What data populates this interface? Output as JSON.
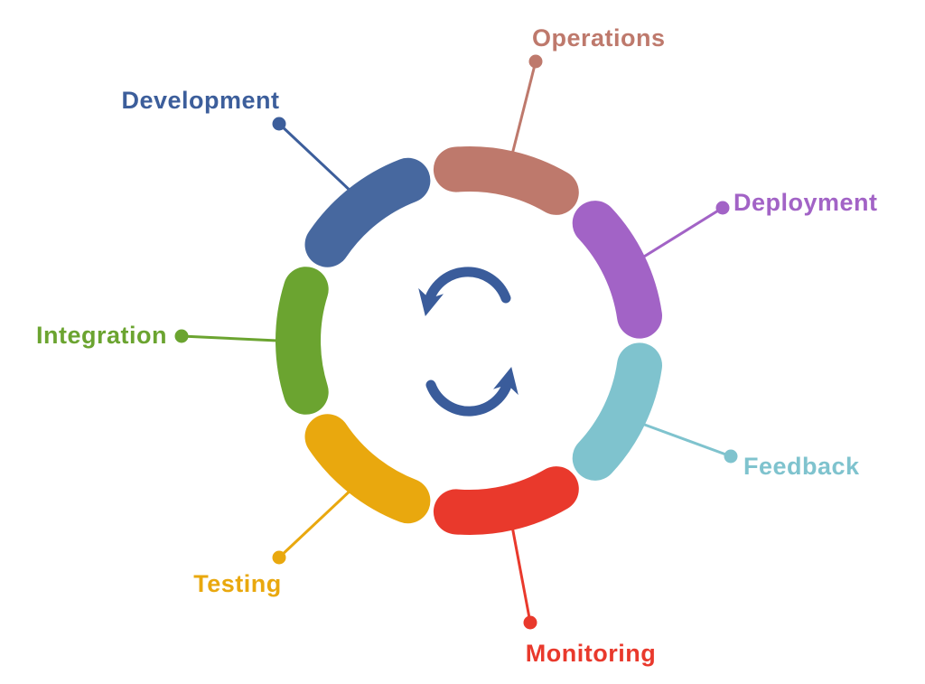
{
  "background_color": "#ffffff",
  "diagram": {
    "name": "devops-cycle-diagram",
    "center_icon": {
      "icon": "cycle-arrows-icon",
      "color": "#3a5c9b"
    },
    "segments": [
      {
        "id": "operations",
        "label": "Operations",
        "color": "#be796c",
        "label_color": "#be796c"
      },
      {
        "id": "deployment",
        "label": "Deployment",
        "color": "#a263c6",
        "label_color": "#a263c6"
      },
      {
        "id": "feedback",
        "label": "Feedback",
        "color": "#7fc3ce",
        "label_color": "#7fc3ce"
      },
      {
        "id": "monitoring",
        "label": "Monitoring",
        "color": "#e9392c",
        "label_color": "#e9392c"
      },
      {
        "id": "testing",
        "label": "Testing",
        "color": "#e9a80e",
        "label_color": "#e9a80e"
      },
      {
        "id": "integration",
        "label": "Integration",
        "color": "#6ba430",
        "label_color": "#6ba430"
      },
      {
        "id": "development",
        "label": "Development",
        "color": "#47689f",
        "label_color": "#3c5e9b"
      }
    ]
  }
}
